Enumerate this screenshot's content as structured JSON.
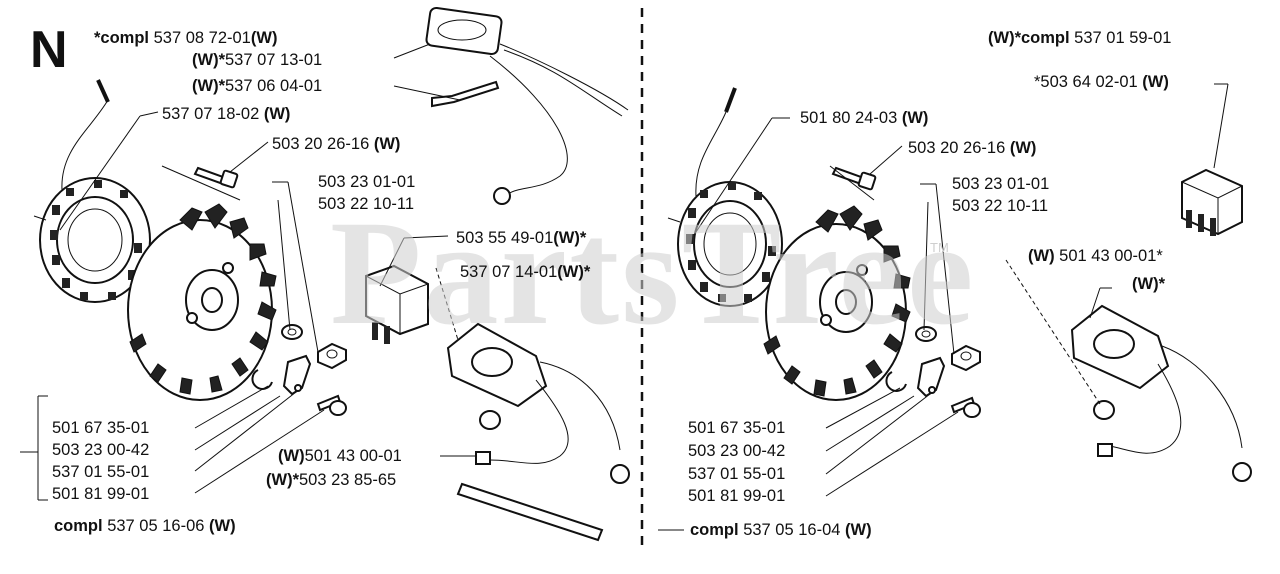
{
  "section_letter": "N",
  "watermark": "PartsTree",
  "trademark": "TM",
  "left": {
    "top_labels": [
      {
        "pre": "*compl ",
        "num": "537 08 72-01",
        "post": "(W)"
      },
      {
        "pre": "(W)*",
        "num": "537 07 13-01",
        "post": ""
      },
      {
        "pre": "(W)*",
        "num": "537 06 04-01",
        "post": ""
      }
    ],
    "coil": {
      "num": "537 07 18-02 ",
      "suffix": "(W)"
    },
    "screw": {
      "num": "503 20 26-16 ",
      "suffix": "(W)"
    },
    "washer_pair": [
      "503 23 01-01",
      "503 22 10-11"
    ],
    "switch": {
      "num": "503 55 49-01",
      "suffix": "(W)*"
    },
    "module": {
      "num": "537 07 14-01",
      "suffix": "(W)*"
    },
    "bottom_list": [
      "501 67 35-01",
      "503 23 00-42",
      "537 01 55-01",
      "501 81 99-01"
    ],
    "grommet": {
      "prefix": "(W)",
      "num": "501 43 00-01"
    },
    "plug": {
      "prefix": "(W)*",
      "num": "503 23 85-65"
    },
    "compl": {
      "pre": "compl ",
      "num": "537 05 16-06 ",
      "post": "(W)"
    }
  },
  "right": {
    "top_label": {
      "pre": "(W)*compl ",
      "num": "537 01 59-01"
    },
    "switch": {
      "num": "*503 64 02-01 ",
      "suffix": "(W)"
    },
    "coil": {
      "num": "501 80 24-03 ",
      "suffix": "(W)"
    },
    "screw": {
      "num": "503 20 26-16 ",
      "suffix": "(W)"
    },
    "washer_pair": [
      "503 23 01-01",
      "503 22 10-11"
    ],
    "grommet": {
      "prefix": "(W) ",
      "num": "501 43 00-01*"
    },
    "module": {
      "suffix": "(W)*"
    },
    "bottom_list": [
      "501 67 35-01",
      "503 23 00-42",
      "537 01 55-01",
      "501 81 99-01"
    ],
    "compl": {
      "pre": "compl ",
      "num": "537 05 16-04 ",
      "post": "(W)"
    }
  }
}
